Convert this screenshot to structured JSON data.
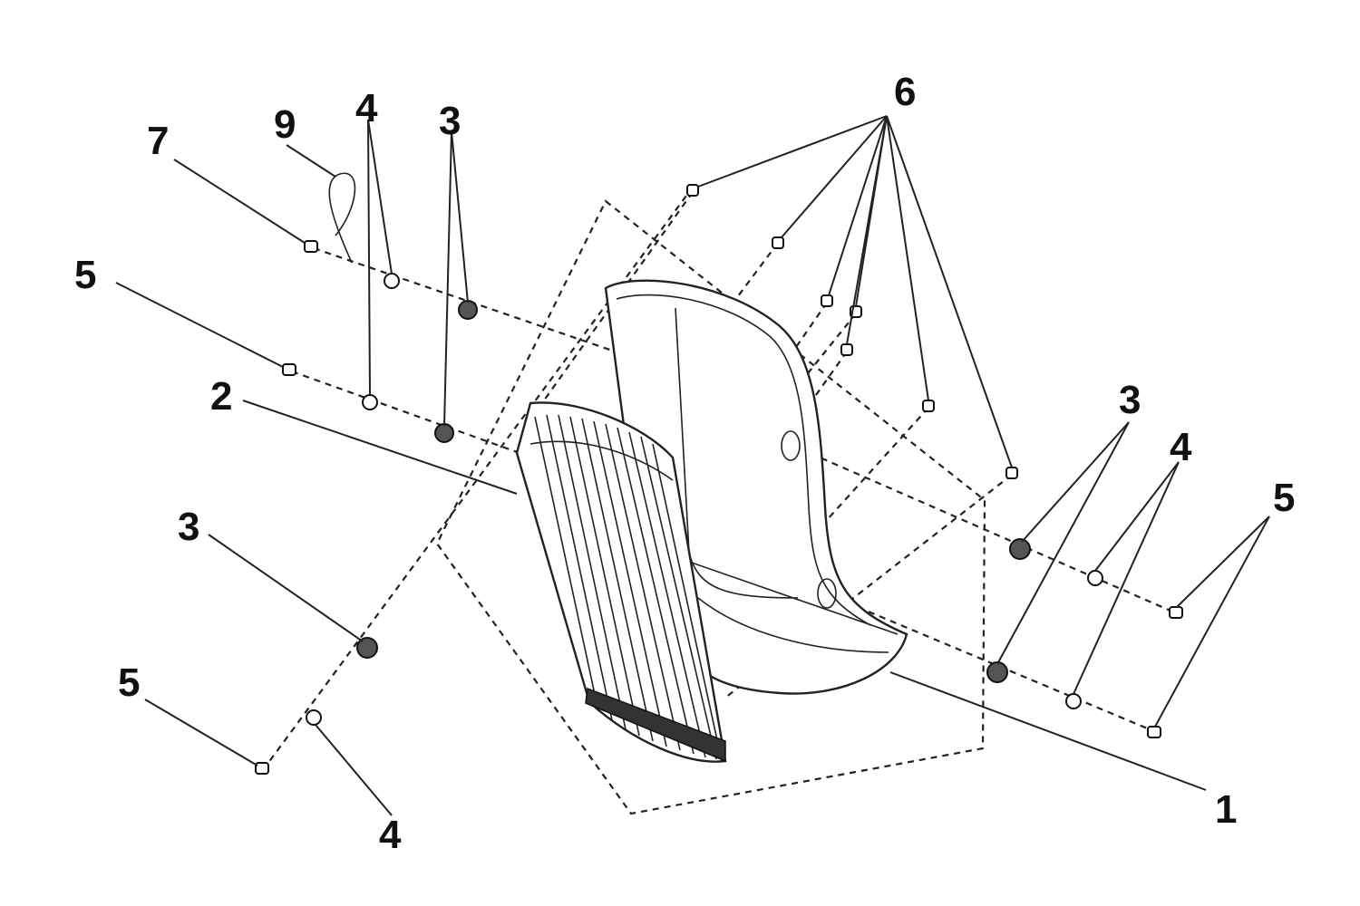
{
  "diagram": {
    "callouts": [
      {
        "id": "c1",
        "label": "1"
      },
      {
        "id": "c2",
        "label": "2"
      },
      {
        "id": "c3a",
        "label": "3"
      },
      {
        "id": "c3b",
        "label": "3"
      },
      {
        "id": "c3c",
        "label": "3"
      },
      {
        "id": "c4a",
        "label": "4"
      },
      {
        "id": "c4b",
        "label": "4"
      },
      {
        "id": "c4c",
        "label": "4"
      },
      {
        "id": "c5a",
        "label": "5"
      },
      {
        "id": "c5b",
        "label": "5"
      },
      {
        "id": "c5c",
        "label": "5"
      },
      {
        "id": "c6",
        "label": "6"
      },
      {
        "id": "c7",
        "label": "7"
      },
      {
        "id": "c9",
        "label": "9"
      }
    ]
  }
}
